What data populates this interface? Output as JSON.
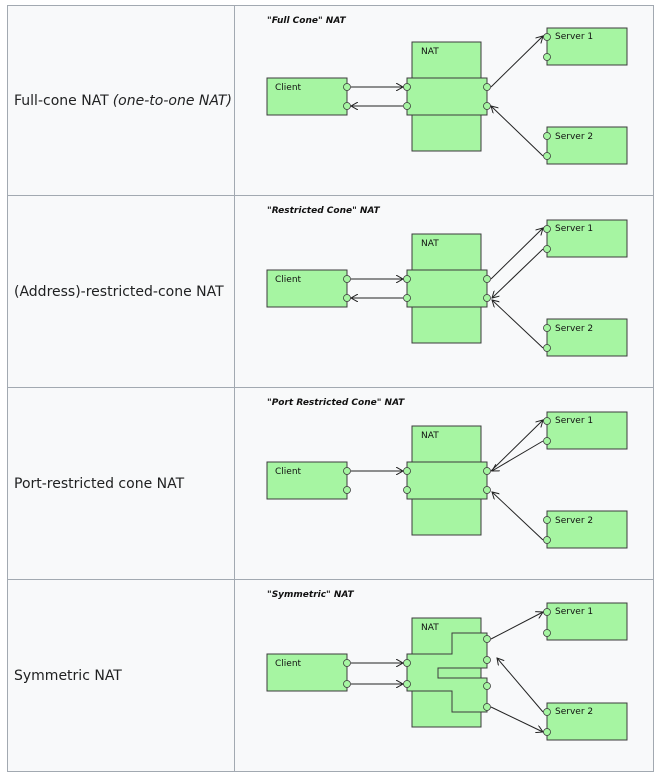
{
  "rows": [
    {
      "label": "Full-cone NAT",
      "label_italic": "(one-to-one NAT)",
      "diagram_title": "\"Full Cone\" NAT"
    },
    {
      "label": "(Address)-restricted-cone NAT",
      "label_italic": "",
      "diagram_title": "\"Restricted Cone\" NAT"
    },
    {
      "label": "Port-restricted cone NAT",
      "label_italic": "",
      "diagram_title": "\"Port Restricted Cone\" NAT"
    },
    {
      "label": "Symmetric NAT",
      "label_italic": "",
      "diagram_title": "\"Symmetric\" NAT"
    }
  ],
  "boxes": {
    "client": "Client",
    "nat": "NAT",
    "server1": "Server 1",
    "server2": "Server 2"
  },
  "colors": {
    "box_fill": "#a6f5a2",
    "border": "#a2a9b1",
    "header_bg": "#f8f9fa"
  }
}
